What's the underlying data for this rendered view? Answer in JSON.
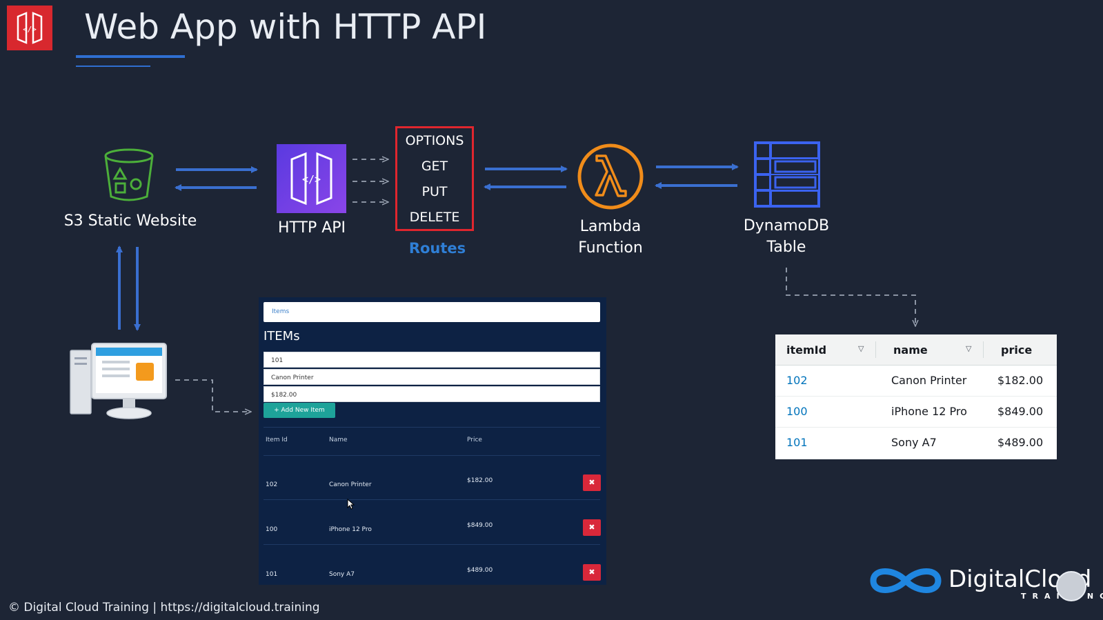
{
  "slide": {
    "title": "Web App with HTTP API"
  },
  "nodes": {
    "s3": "S3 Static Website",
    "http_api": "HTTP API",
    "lambda_line1": "Lambda",
    "lambda_line2": "Function",
    "dynamodb_line1": "DynamoDB",
    "dynamodb_line2": "Table"
  },
  "routes": {
    "methods": [
      "OPTIONS",
      "GET",
      "PUT",
      "DELETE"
    ],
    "title": "Routes"
  },
  "app": {
    "nav_brand": "Items",
    "heading": "ITEMs",
    "inputs": [
      "101",
      "Canon Printer",
      "$182.00"
    ],
    "add_button": "+ Add New Item",
    "columns": [
      "Item Id",
      "Name",
      "Price"
    ],
    "rows": [
      {
        "id": "102",
        "name": "Canon Printer",
        "price": "$182.00"
      },
      {
        "id": "100",
        "name": "iPhone 12 Pro",
        "price": "$849.00"
      },
      {
        "id": "101",
        "name": "Sony A7",
        "price": "$489.00"
      }
    ],
    "delete_glyph": "✖"
  },
  "dynamodb_table": {
    "columns": [
      "itemId",
      "name",
      "price"
    ],
    "rows": [
      {
        "itemId": "102",
        "name": "Canon Printer",
        "price": "$182.00"
      },
      {
        "itemId": "100",
        "name": "iPhone 12 Pro",
        "price": "$849.00"
      },
      {
        "itemId": "101",
        "name": "Sony A7",
        "price": "$489.00"
      }
    ]
  },
  "footer": "© Digital Cloud Training  | https://digitalcloud.training",
  "brand": {
    "name": "DigitalCloud",
    "sub": "TRAINING"
  },
  "colors": {
    "background": "#1d2535",
    "arrow_blue": "#3a6fd0",
    "s3_green": "#4caf3a",
    "api_purple": "#7b3fe4",
    "lambda_orange": "#f08c1a",
    "dynamodb_blue": "#3b63f0",
    "routes_red": "#e0262e",
    "routes_label_blue": "#2f7fd6"
  }
}
